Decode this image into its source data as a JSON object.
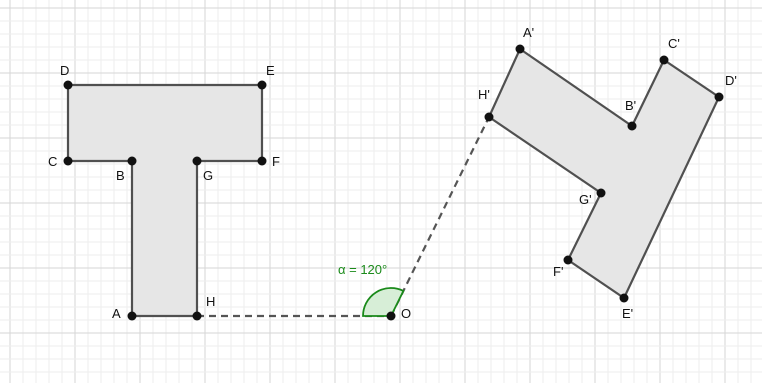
{
  "angle": {
    "label": "α = 120°",
    "degrees": 120,
    "color": "#1a8a1a"
  },
  "center": {
    "name": "O"
  },
  "original": {
    "fill": "#e6e6e6",
    "points": [
      {
        "name": "A"
      },
      {
        "name": "B"
      },
      {
        "name": "C"
      },
      {
        "name": "D"
      },
      {
        "name": "E"
      },
      {
        "name": "F"
      },
      {
        "name": "G"
      },
      {
        "name": "H"
      }
    ]
  },
  "image": {
    "fill": "#e6e6e6",
    "points": [
      {
        "name": "A'"
      },
      {
        "name": "B'"
      },
      {
        "name": "C'"
      },
      {
        "name": "D'"
      },
      {
        "name": "E'"
      },
      {
        "name": "F'"
      },
      {
        "name": "G'"
      },
      {
        "name": "H'"
      }
    ]
  }
}
